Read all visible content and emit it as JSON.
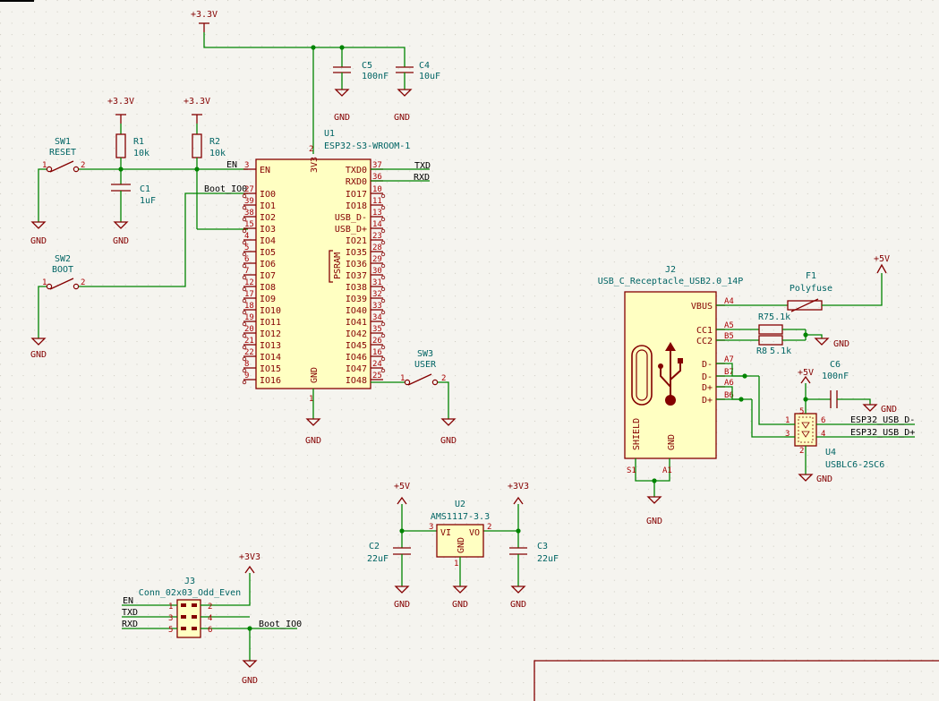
{
  "power": {
    "p33_top": "+3.3V",
    "p33_r1": "+3.3V",
    "p33_r2": "+3.3V",
    "p3v3_u2": "+3V3",
    "p3v3_j3": "+3V3",
    "p5v_u2": "+5V",
    "p5v_f1": "+5V",
    "p5v_u4": "+5V",
    "gnd": "GND"
  },
  "components": {
    "sw1": {
      "ref": "SW1",
      "value": "RESET"
    },
    "sw2": {
      "ref": "SW2",
      "value": "BOOT"
    },
    "sw3": {
      "ref": "SW3",
      "value": "USER"
    },
    "r1": {
      "ref": "R1",
      "value": "10k"
    },
    "r2": {
      "ref": "R2",
      "value": "10k"
    },
    "c1": {
      "ref": "C1",
      "value": "1uF"
    },
    "c5": {
      "ref": "C5",
      "value": "100nF"
    },
    "c4": {
      "ref": "C4",
      "value": "10uF"
    },
    "u1": {
      "ref": "U1",
      "value": "ESP32-S3-WROOM-1"
    },
    "j2": {
      "ref": "J2",
      "value": "USB_C_Receptacle_USB2.0_14P"
    },
    "f1": {
      "ref": "F1",
      "value": "Polyfuse"
    },
    "r7": {
      "ref": "R7",
      "value": "5.1k"
    },
    "r8": {
      "ref": "R8",
      "value": "5.1k"
    },
    "c6": {
      "ref": "C6",
      "value": "100nF"
    },
    "u4": {
      "ref": "U4",
      "value": "USBLC6-2SC6"
    },
    "u2": {
      "ref": "U2",
      "value": "AMS1117-3.3"
    },
    "c2": {
      "ref": "C2",
      "value": "22uF"
    },
    "c3": {
      "ref": "C3",
      "value": "22uF"
    },
    "j3": {
      "ref": "J3",
      "value": "Conn_02x03_Odd_Even"
    }
  },
  "u1": {
    "pwr_pin": "3V3",
    "gnd_pin": "GND",
    "left_pins": [
      "EN",
      "IO0",
      "IO1",
      "IO2",
      "IO3",
      "IO4",
      "IO5",
      "IO6",
      "IO7",
      "IO8",
      "IO9",
      "IO10",
      "IO11",
      "IO12",
      "IO13",
      "IO14",
      "IO15",
      "IO16"
    ],
    "left_nums": [
      "3",
      "27",
      "39",
      "38",
      "15",
      "4",
      "5",
      "6",
      "7",
      "12",
      "17",
      "18",
      "19",
      "20",
      "21",
      "22",
      "8",
      "9"
    ],
    "right_pins": [
      "TXD0",
      "RXD0",
      "IO17",
      "IO18",
      "USB_D-",
      "USB_D+",
      "IO21",
      "IO35",
      "IO36",
      "IO37",
      "IO38",
      "IO39",
      "IO40",
      "IO41",
      "IO42",
      "IO45",
      "IO46",
      "IO47",
      "IO48"
    ],
    "right_nums": [
      "37",
      "36",
      "10",
      "11",
      "13",
      "14",
      "23",
      "28",
      "29",
      "30",
      "31",
      "32",
      "33",
      "34",
      "35",
      "26",
      "16",
      "24",
      "25"
    ],
    "psram": "PSRAM",
    "pin_3v3_num": "2",
    "pin_gnd_num": "1"
  },
  "j2": {
    "left_labels": [
      "SHIELD",
      "GND"
    ],
    "right_labels": [
      "VBUS",
      "CC1",
      "CC2",
      "D-",
      "D-",
      "D+",
      "D+"
    ],
    "pin_nums": [
      "A4",
      "A5",
      "B5",
      "A7",
      "B7",
      "A6",
      "B6"
    ],
    "bottom_nums": [
      "S1",
      "A1"
    ]
  },
  "u2": {
    "vi": "VI",
    "vo": "VO",
    "gnd": "GND",
    "p_vi": "3",
    "p_vo": "2",
    "p_gnd": "1"
  },
  "u4": {
    "pins_left": [
      "1",
      "3"
    ],
    "pins_right": [
      "6",
      "4"
    ],
    "pin_top": "5",
    "pin_bot": "2"
  },
  "nets": {
    "en": "EN",
    "txd": "TXD",
    "rxd": "RXD",
    "boot_io0": "Boot_IO0",
    "usb_dm": "ESP32_USB_D-",
    "usb_dp": "ESP32_USB_D+"
  },
  "j3": {
    "pins": [
      "1",
      "2",
      "3",
      "4",
      "5",
      "6"
    ],
    "left_nets": [
      "EN",
      "TXD",
      "RXD"
    ],
    "right_net": "Boot_IO0"
  },
  "misc": {
    "sw_pins": [
      "1",
      "2"
    ],
    "u1_en_num": "3"
  },
  "colors": {
    "wire": "#008400",
    "body": "#840000",
    "fill": "#ffffc2",
    "grid": "#c9c6bb"
  }
}
